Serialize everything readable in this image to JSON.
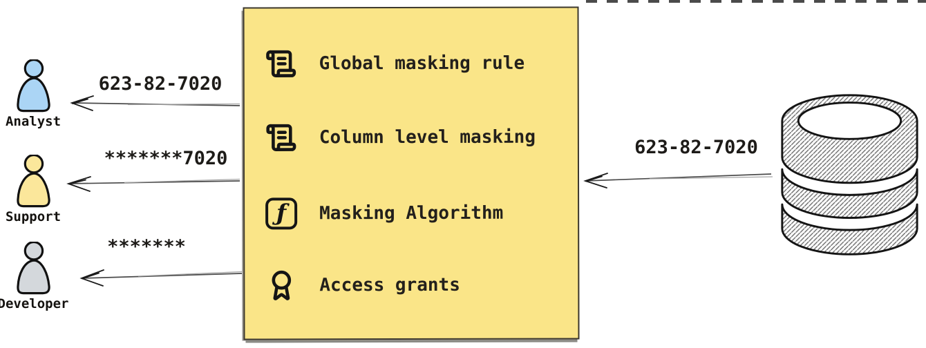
{
  "masking_box": {
    "items": [
      {
        "icon": "scroll-text-icon",
        "label": "Global masking rule"
      },
      {
        "icon": "scroll-text-icon",
        "label": "Column level masking"
      },
      {
        "icon": "function-square-icon",
        "label": "Masking Algorithm"
      },
      {
        "icon": "award-icon",
        "label": "Access grants"
      }
    ],
    "function_glyph": "ƒ"
  },
  "personas": [
    {
      "name": "Analyst",
      "received_value": "623-82-7020"
    },
    {
      "name": "Support",
      "received_value": "*******7020"
    },
    {
      "name": "Developer",
      "received_value": "*******"
    }
  ],
  "database_flow": {
    "value": "623-82-7020"
  },
  "colors": {
    "masking-box-bg": "#FAE588",
    "masking-box-border": "#3B372E",
    "analyst-fill": "#ABD5F5",
    "support-fill": "#FBE79B",
    "developer-fill": "#D4D8DC",
    "arrow": "#4A4A4A",
    "ink": "#1F1D1A"
  }
}
